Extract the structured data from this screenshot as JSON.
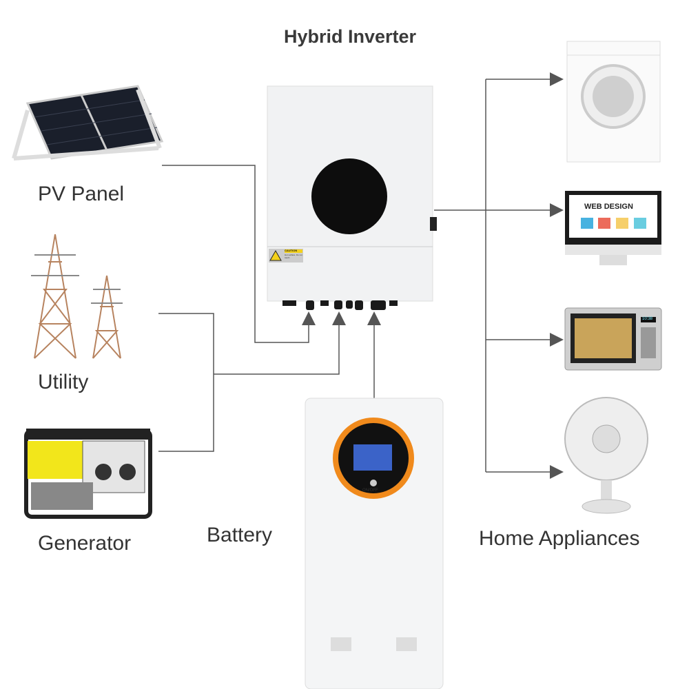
{
  "title": "Hybrid Inverter",
  "sources": [
    {
      "label": "PV Panel",
      "icon": "solar-panel-icon"
    },
    {
      "label": "Utility",
      "icon": "power-tower-icon"
    },
    {
      "label": "Generator",
      "icon": "generator-icon"
    }
  ],
  "storage": {
    "label": "Battery",
    "button_label": "ON/OFF",
    "accent": "#f08a1c"
  },
  "inverter": {
    "caution_title": "CAUTION",
    "caution_text": "Hot surface. Do not touch."
  },
  "appliances": {
    "label": "Home Appliances",
    "items": [
      {
        "name": "washing-machine",
        "icon": "washing-machine-icon"
      },
      {
        "name": "monitor",
        "icon": "monitor-icon",
        "screen_text": "WEB DESIGN"
      },
      {
        "name": "microwave",
        "icon": "microwave-icon",
        "display": "10:38"
      },
      {
        "name": "fan",
        "icon": "fan-icon"
      }
    ]
  },
  "colors": {
    "line": "#555555",
    "arrow": "#555555",
    "label": "#333333"
  }
}
